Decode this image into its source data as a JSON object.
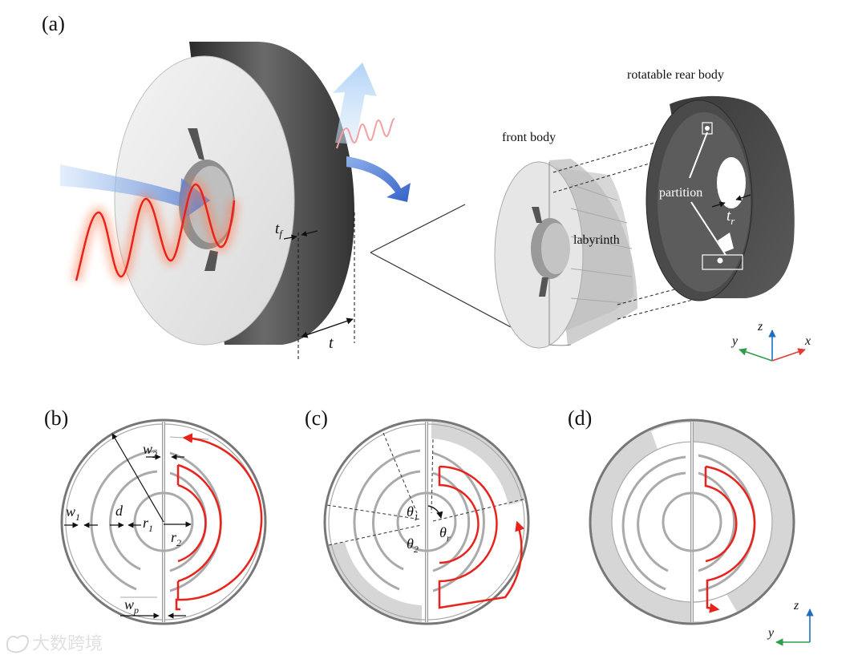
{
  "panels": {
    "a": "(a)",
    "b": "(b)",
    "c": "(c)",
    "d": "(d)"
  },
  "labels_a": {
    "tf": "t",
    "tf_sub": "f",
    "t": "t",
    "front_body": "front body",
    "rear_body": "rotatable rear body",
    "labyrinth": "labyrinth",
    "partition": "partition",
    "tr": "t",
    "tr_sub": "r"
  },
  "axes": {
    "x": "x",
    "y": "y",
    "z": "z"
  },
  "labels_b": {
    "w1": "w",
    "w1_sub": "1",
    "w2": "w",
    "w2_sub": "2",
    "d": "d",
    "r1": "r",
    "r1_sub": "1",
    "r2": "r",
    "r2_sub": "2",
    "wp": "w",
    "wp_sub": "p"
  },
  "labels_c": {
    "theta1": "θ",
    "theta1_sub": "1",
    "theta2": "θ",
    "theta2_sub": "2",
    "thetar": "θ",
    "thetar_sub": "r"
  },
  "watermark": {
    "text": "大数跨境"
  },
  "colors": {
    "red": "#e8231c",
    "axis_x": "#e53935",
    "axis_y": "#2e9e4a",
    "axis_z": "#1f6fbf",
    "gray_fill": "#d6d6d6",
    "dark_body": "#454545"
  }
}
